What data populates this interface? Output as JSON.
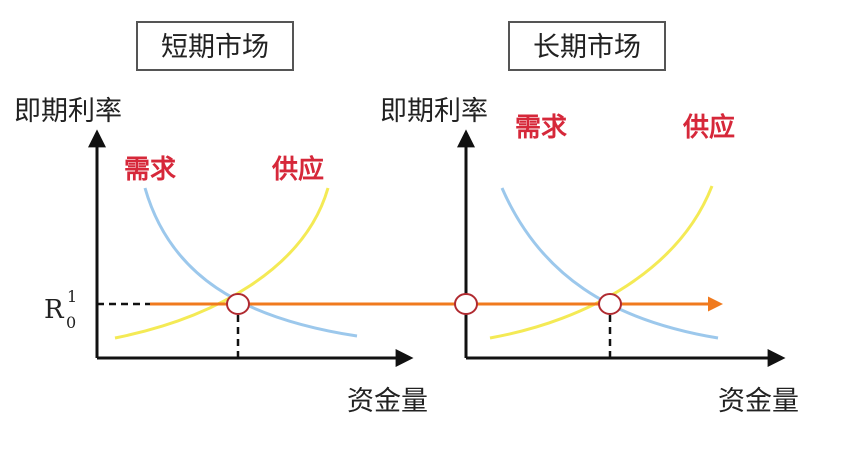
{
  "left_panel": {
    "title": "短期市场",
    "y_axis_label": "即期利率",
    "x_axis_label": "资金量",
    "demand_label": "需求",
    "supply_label": "供应"
  },
  "right_panel": {
    "title": "长期市场",
    "y_axis_label": "即期利率",
    "x_axis_label": "资金量",
    "demand_label": "需求",
    "supply_label": "供应"
  },
  "rate_marker": {
    "main": "R",
    "superscript": "1",
    "subscript": "0"
  },
  "colors": {
    "demand_curve": "#9cc8ec",
    "supply_curve": "#f4ea55",
    "rate_line": "#f07a1e",
    "curve_label": "#d6283a",
    "axis": "#111111"
  }
}
